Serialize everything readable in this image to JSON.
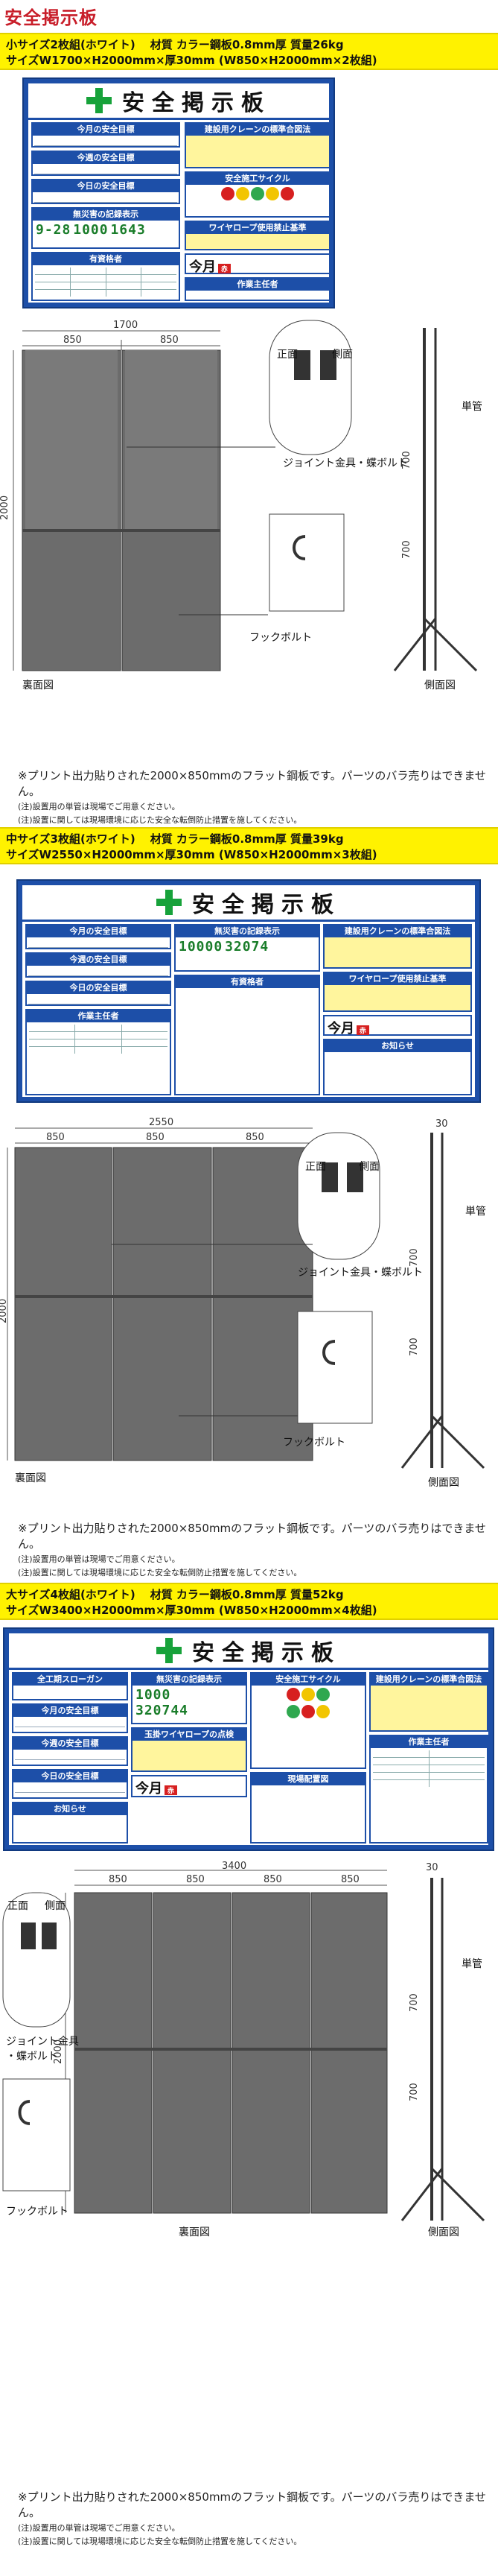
{
  "page_title": "安全掲示板",
  "board_title": "安全掲示板",
  "sections": [
    {
      "spec": {
        "name": "小サイズ2枚組(ホワイト)",
        "material": "材質  カラー鋼板0.8mm厚  質量26kg",
        "size": "サイズW1700×H2000mm×厚30mm  (W850×H2000mm×2枚組)"
      },
      "modules": {
        "goal_month": "今月の安全目標",
        "goal_week": "今週の安全目標",
        "goal_today": "今日の安全目標",
        "no_accident": "無災害の記録表示",
        "qualified": "有資格者",
        "crane": "建設用クレーンの標準合図法",
        "cycle": "安全施工サイクル",
        "wire": "ワイヤロープ使用禁止基準",
        "today": "今月",
        "work": "作業主任者",
        "date_digits": "9-28",
        "days": "1000",
        "days2": "1643"
      },
      "diagram": {
        "width_total": "1700",
        "w1": "850",
        "w2": "850",
        "height": "2000",
        "front": "正面",
        "side": "側面",
        "joint": "ジョイント金具・蝶ボルト",
        "hook": "フックボルト",
        "back_view": "裏面図",
        "side_view": "側面図",
        "pipe": "単管",
        "v700a": "700",
        "v700b": "700"
      },
      "notes": {
        "main": "※プリント出力貼りされた2000×850mmのフラット鋼板です。パーツのバラ売りはできません。",
        "n1": "(注)設置用の単管は現場でご用意ください。",
        "n2": "(注)設置に関しては現場環境に応じた安全な転倒防止措置を施してください。"
      }
    },
    {
      "spec": {
        "name": "中サイズ3枚組(ホワイト)",
        "material": "材質  カラー鋼板0.8mm厚  質量39kg",
        "size": "サイズW2550×H2000mm×厚30mm  (W850×H2000mm×3枚組)"
      },
      "modules": {
        "goal_month": "今月の安全目標",
        "goal_week": "今週の安全目標",
        "goal_today": "今日の安全目標",
        "work": "作業主任者",
        "no_accident": "無災害の記録表示",
        "qualified": "有資格者",
        "crane": "建設用クレーンの標準合図法",
        "wire": "ワイヤロープ使用禁止基準",
        "today": "今月",
        "notice": "お知らせ",
        "days": "10000",
        "days2": "32074"
      },
      "diagram": {
        "width_total": "2550",
        "w1": "850",
        "w2": "850",
        "w3": "850",
        "height": "2000",
        "front": "正面",
        "side": "側面",
        "joint": "ジョイント金具・蝶ボルト",
        "hook": "フックボルト",
        "back_view": "裏面図",
        "side_view": "側面図",
        "pipe": "単管",
        "v30": "30",
        "v700a": "700",
        "v700b": "700"
      },
      "notes": {
        "main": "※プリント出力貼りされた2000×850mmのフラット鋼板です。パーツのバラ売りはできません。",
        "n1": "(注)設置用の単管は現場でご用意ください。",
        "n2": "(注)設置に関しては現場環境に応じた安全な転倒防止措置を施してください。"
      }
    },
    {
      "spec": {
        "name": "大サイズ4枚組(ホワイト)",
        "material": "材質  カラー鋼板0.8mm厚  質量52kg",
        "size": "サイズW3400×H2000mm×厚30mm  (W850×H2000mm×4枚組)"
      },
      "modules": {
        "slogan": "全工期スローガン",
        "goal_month": "今月の安全目標",
        "goal_week": "今週の安全目標",
        "goal_today": "今日の安全目標",
        "notice": "お知らせ",
        "no_accident": "無災害の記録表示",
        "wire": "玉掛ワイヤロープの点検",
        "today": "今月",
        "cycle": "安全施工サイクル",
        "qualified": "現場配置図",
        "crane": "建設用クレーンの標準合図法",
        "work": "作業主任者",
        "days": "1000",
        "days2": "320744"
      },
      "diagram": {
        "width_total": "3400",
        "w1": "850",
        "w2": "850",
        "w3": "850",
        "w4": "850",
        "height": "2000",
        "front": "正面",
        "side": "側面",
        "joint1": "ジョイント金具",
        "joint2": "・蝶ボルト",
        "hook": "フックボルト",
        "back_view": "裏面図",
        "side_view": "側面図",
        "pipe": "単管",
        "v30": "30",
        "v700a": "700",
        "v700b": "700"
      },
      "notes": {
        "main": "※プリント出力貼りされた2000×850mmのフラット鋼板です。パーツのバラ売りはできません。",
        "n1": "(注)設置用の単管は現場でご用意ください。",
        "n2": "(注)設置に関しては現場環境に応じた安全な転倒防止措置を施してください。"
      }
    }
  ],
  "colors": {
    "spec_bar": "#fff200",
    "board_blue": "#1d4fa8",
    "cross_green": "#17a23a",
    "title_red": "#c81e2a"
  }
}
